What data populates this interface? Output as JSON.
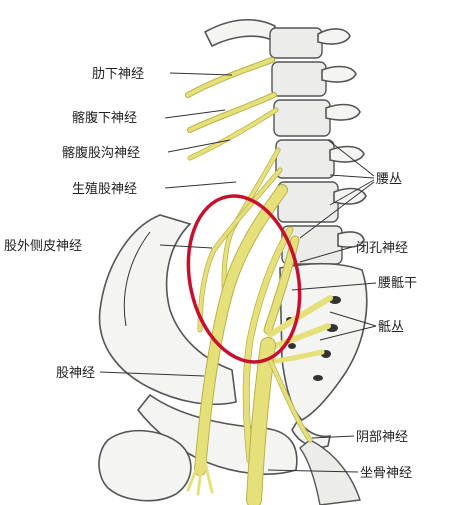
{
  "labels": {
    "subcostal": "肋下神经",
    "iliohypogastric": "髂腹下神经",
    "ilioinguinal": "髂腹股沟神经",
    "genitofemoral": "生殖股神经",
    "lateral_femoral_cutaneous": "股外侧皮神经",
    "femoral": "股神经",
    "lumbar_plexus": "腰丛",
    "obturator": "闭孔神经",
    "lumbosacral_trunk": "腰骶干",
    "sacral_plexus": "骶丛",
    "pudendal": "阴部神经",
    "sciatic": "坐骨神经"
  },
  "colors": {
    "nerve": "#e6e07a",
    "highlight_ring": "#c8102e",
    "bone_outline": "#555555"
  }
}
